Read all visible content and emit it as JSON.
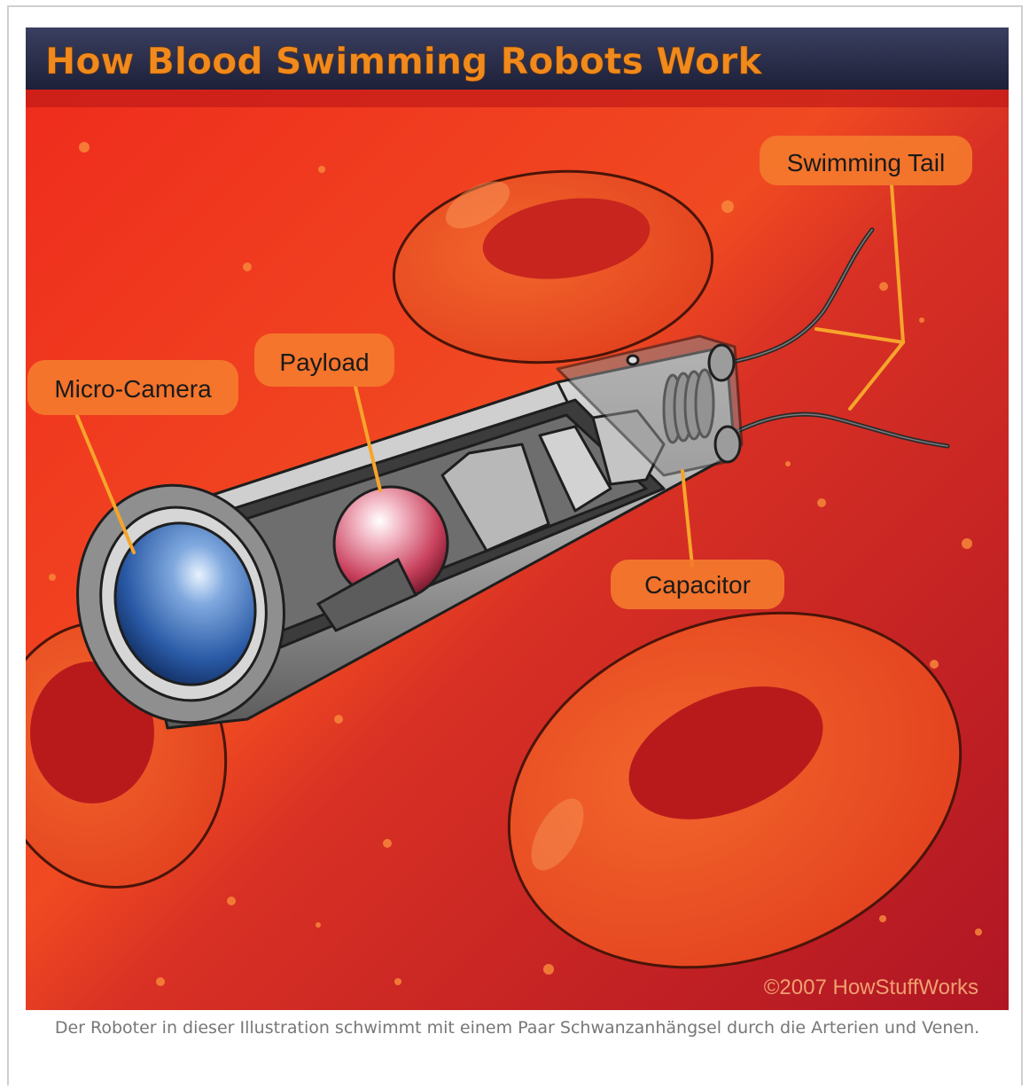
{
  "figure": {
    "title": "How Blood Swimming Robots Work",
    "labels": {
      "swimming_tail": "Swimming Tail",
      "payload": "Payload",
      "micro_camera": "Micro-Camera",
      "capacitor": "Capacitor"
    },
    "copyright": "©2007 HowStuffWorks",
    "caption": "Der Roboter in dieser Illustration schwimmt mit einem Paar Schwanzanhängsel durch die Arterien und Venen."
  },
  "colors": {
    "title_bar": "#262a45",
    "title_text": "#f08a1c",
    "blood_light": "#f05a22",
    "blood_dark": "#b01a22",
    "label_bubble": "#f47a2c",
    "leader_line": "#f6a52a",
    "robot_metal": "#9a9a9a",
    "camera_lens": "#2e63b0",
    "payload_sphere": "#d0506a",
    "caption_text": "#777777"
  }
}
